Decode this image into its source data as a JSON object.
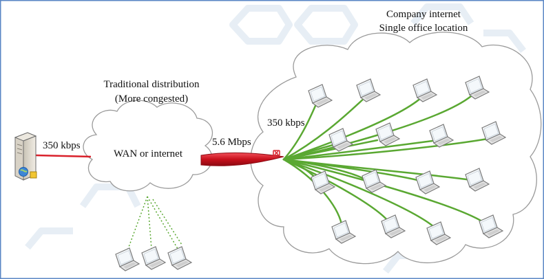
{
  "labels": {
    "company_title": "Company internet",
    "company_subtitle": "Single office location",
    "traditional_title": "Traditional distribution",
    "traditional_subtitle": "(More congested)",
    "server_link_speed": "350 kbps",
    "wan_cloud": "WAN or internet",
    "trunk_speed": "5.6 Mbps",
    "branch_speed": "350 kbps"
  },
  "colors": {
    "frame": "#5b87c5",
    "red_link": "#d9202a",
    "green_link": "#5aa832",
    "cloud_stroke": "#9a9a9a",
    "background_pattern": "#e7eef5"
  },
  "icons": {
    "server": "server-icon",
    "laptop": "laptop-icon"
  }
}
